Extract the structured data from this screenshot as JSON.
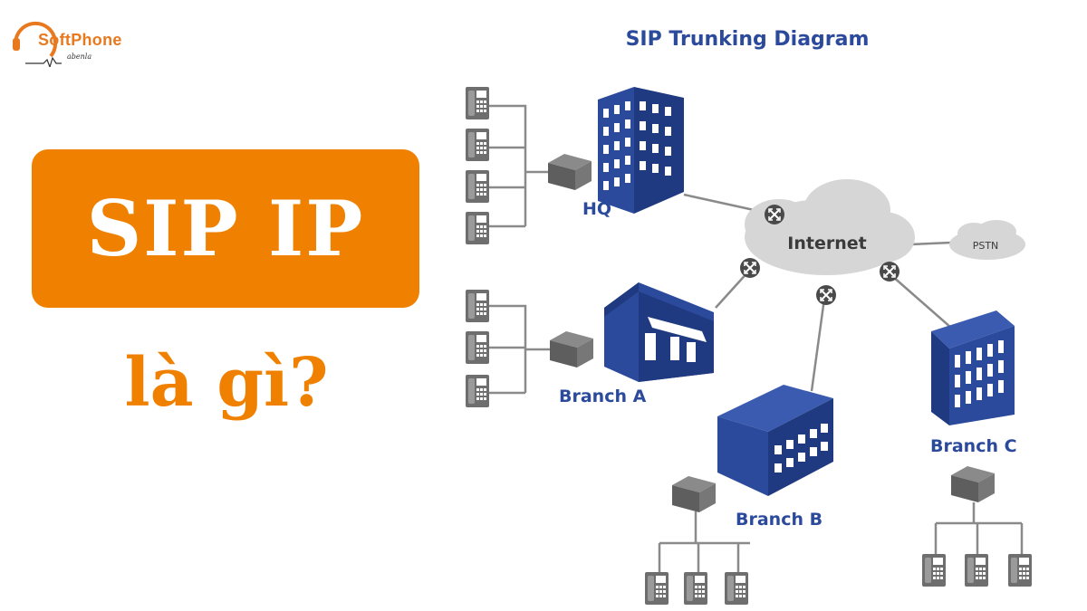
{
  "logo": {
    "brand": "SoftPhone",
    "tagline": "abenla"
  },
  "headline": {
    "title": "SIP IP",
    "subtitle": "là gì?"
  },
  "diagram": {
    "title": "SIP Trunking Diagram",
    "internet": "Internet",
    "pstn": "PSTN",
    "sites": {
      "hq": "HQ",
      "branch_a": "Branch A",
      "branch_b": "Branch B",
      "branch_c": "Branch C"
    }
  },
  "colors": {
    "orange": "#f08000",
    "building": "#2b4a9c",
    "lines": "#8a8a8a",
    "cloud": "#d6d6d6"
  }
}
